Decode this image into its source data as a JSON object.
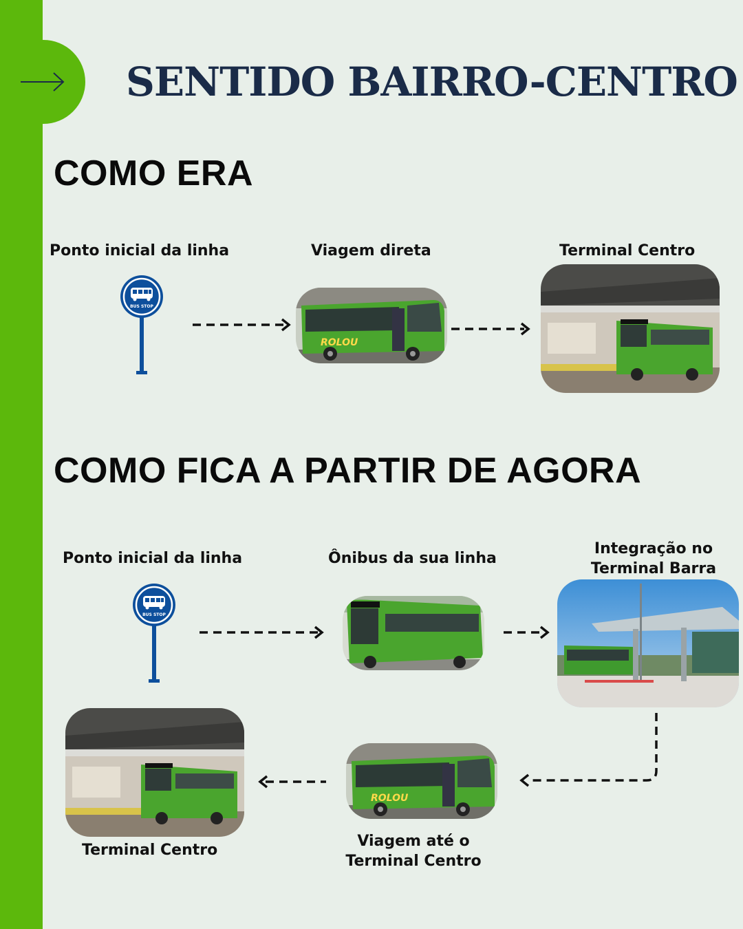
{
  "header": {
    "title": "SENTIDO BAIRRO-CENTRO",
    "arrow_icon": "right-arrow-icon"
  },
  "colors": {
    "accent_green": "#5cb80c",
    "title_navy": "#1a2b48",
    "background": "#e8efe9",
    "bus_stop_blue": "#0d4f9c",
    "bus_green": "#4aa52e"
  },
  "before": {
    "title": "COMO ERA",
    "steps": [
      {
        "label": "Ponto inicial da linha",
        "icon": "bus-stop-icon"
      },
      {
        "label": "Viagem direta",
        "icon": "bus-photo"
      },
      {
        "label": "Terminal Centro",
        "icon": "terminal-photo"
      }
    ]
  },
  "after": {
    "title": "COMO FICA A PARTIR DE AGORA",
    "steps": [
      {
        "label": "Ponto inicial da linha",
        "icon": "bus-stop-icon"
      },
      {
        "label": "Ônibus da sua linha",
        "icon": "bus-photo"
      },
      {
        "label_line1": "Integração no",
        "label_line2": "Terminal Barra",
        "icon": "terminal-barra-photo"
      },
      {
        "label_line1": "Viagem até o",
        "label_line2": "Terminal Centro",
        "icon": "bus-photo"
      },
      {
        "label": "Terminal Centro",
        "icon": "terminal-photo"
      }
    ]
  },
  "bus_stop_sign": {
    "text": "BUS STOP"
  }
}
